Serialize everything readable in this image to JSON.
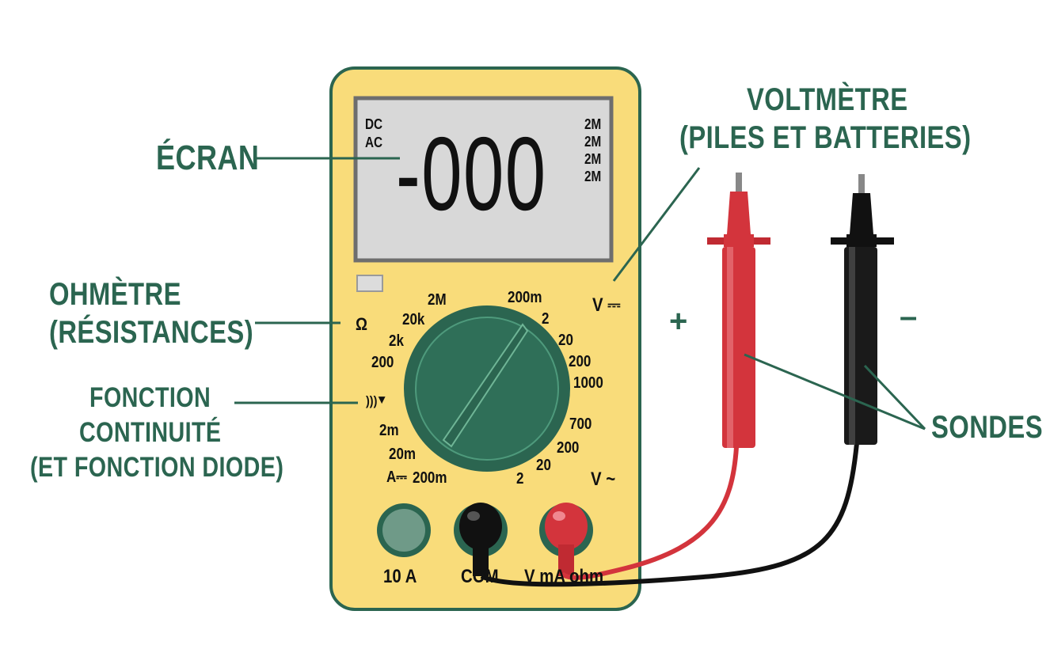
{
  "display": {
    "reading": "-000",
    "modes": [
      "DC",
      "AC"
    ],
    "ranges": [
      "2M",
      "2M",
      "2M",
      "2M"
    ]
  },
  "labels": {
    "screen": "ÉCRAN",
    "voltmeter_line1": "VOLTMÈTRE",
    "voltmeter_line2": "(PILES ET BATTERIES)",
    "ohmmeter_line1": "OHMÈTRE",
    "ohmmeter_line2": "(RÉSISTANCES)",
    "continuity_line1": "FONCTION",
    "continuity_line2": "CONTINUITÉ",
    "continuity_line3": "(ET FONCTION DIODE)",
    "probes": "SONDES",
    "plus": "+",
    "minus": "–"
  },
  "dial": {
    "ohm_symbol": "Ω",
    "vdc_symbol": "V ⎓",
    "vac_symbol": "V ~",
    "continuity_symbol": ")))⯆",
    "adc_symbol": "A⎓",
    "ohm_ranges": [
      "2M",
      "20k",
      "2k",
      "200"
    ],
    "vdc_ranges": [
      "200m",
      "2",
      "20",
      "200",
      "1000"
    ],
    "vac_ranges": [
      "700",
      "200",
      "20",
      "2"
    ],
    "amp_ranges": [
      "2m",
      "20m",
      "200m"
    ]
  },
  "ports": {
    "amp": "10 A",
    "com": "COM",
    "vmaohm": "V mA ohm"
  },
  "colors": {
    "body": "#f9dc7a",
    "border": "#2b6550",
    "knob": "#2b6550",
    "label": "#2b6550",
    "red_probe": "#d3343c",
    "black_probe": "#1a1a1a"
  }
}
